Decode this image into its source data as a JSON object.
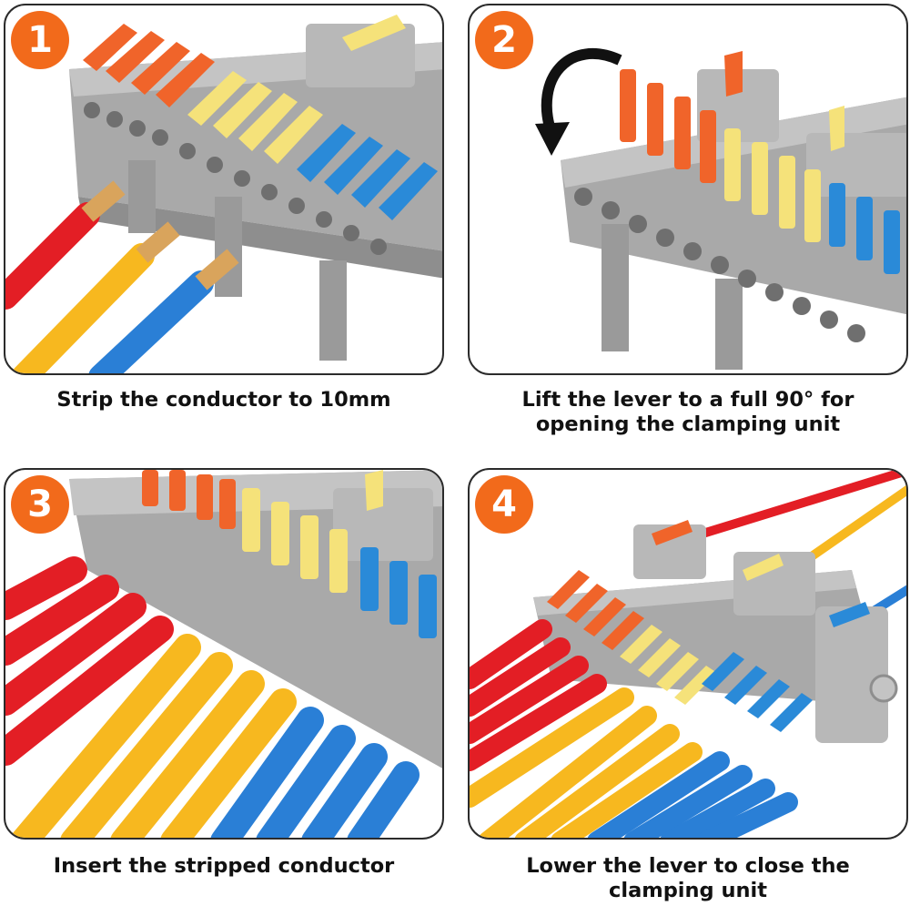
{
  "steps": [
    {
      "number": "1",
      "caption": [
        "Strip the conductor to 10mm"
      ]
    },
    {
      "number": "2",
      "caption": [
        "Lift the lever to a full 90° for",
        "opening the clamping unit"
      ]
    },
    {
      "number": "3",
      "caption": [
        "Insert the stripped conductor"
      ]
    },
    {
      "number": "4",
      "caption": [
        "Lower the lever to close the",
        "clamping unit"
      ]
    }
  ],
  "colors": {
    "badge": "#f26a1b",
    "housing": "#a9a9a9",
    "lever_orange": "#f0642a",
    "lever_yellow": "#f5e27a",
    "lever_blue": "#2a8ad8",
    "wire_red": "#e31e25",
    "wire_yellow": "#f7b81f",
    "wire_blue": "#2a7fd6",
    "copper": "#d9a45c"
  }
}
